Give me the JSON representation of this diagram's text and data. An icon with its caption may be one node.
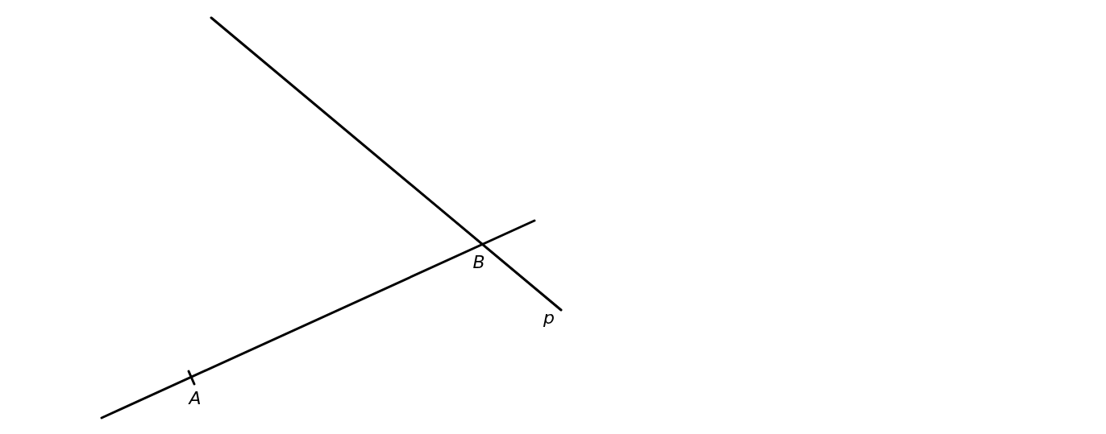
{
  "diagram": {
    "labels": [
      "B",
      "p",
      "A"
    ]
  }
}
